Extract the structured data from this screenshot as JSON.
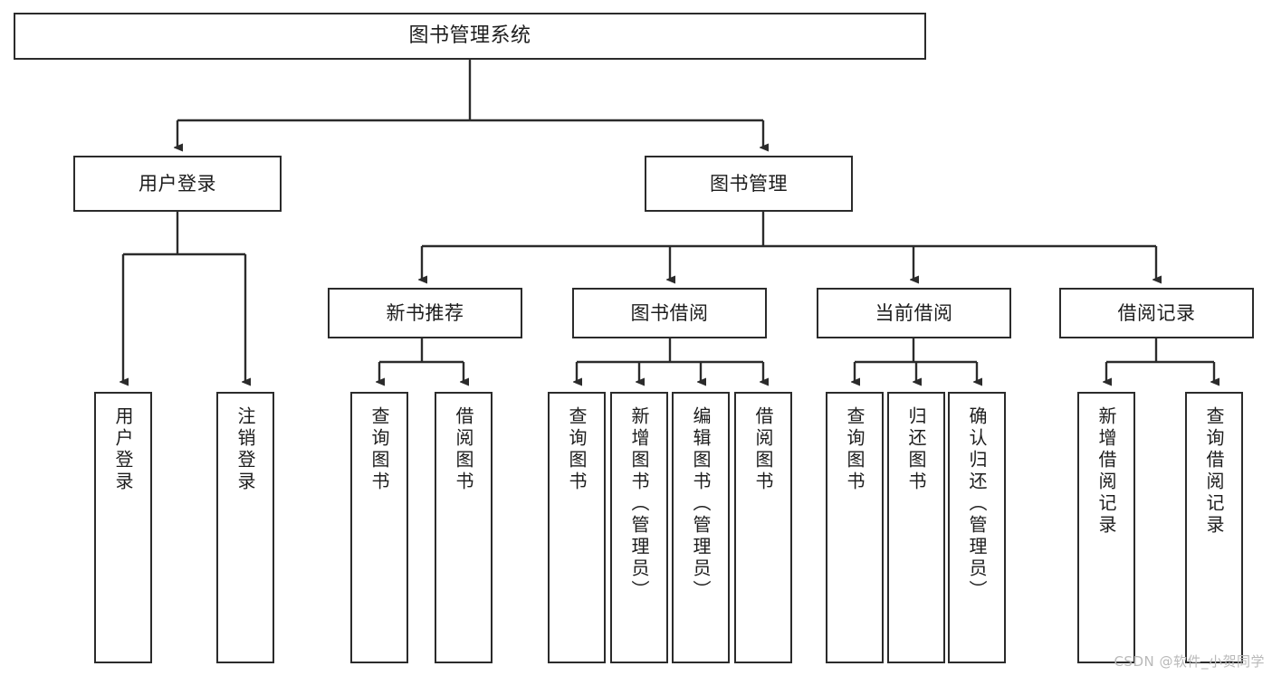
{
  "diagram": {
    "type": "tree-hierarchy",
    "title": "图书管理系统",
    "watermark": "CSDN @软件_小贺同学",
    "colors": {
      "stroke": "#2b2b2b",
      "fill": "#ffffff",
      "text": "#1d1d1d",
      "watermark": "#b9b9b9"
    },
    "nodes": {
      "root": {
        "label": "图书管理系统"
      },
      "level1": [
        {
          "label": "用户登录"
        },
        {
          "label": "图书管理"
        }
      ],
      "level2": [
        {
          "label": "新书推荐"
        },
        {
          "label": "图书借阅"
        },
        {
          "label": "当前借阅"
        },
        {
          "label": "借阅记录"
        }
      ],
      "leaves": {
        "user_login": [
          {
            "label": "用户登录"
          },
          {
            "label": "注销登录"
          }
        ],
        "new_book_recommend": [
          {
            "label": "查询图书"
          },
          {
            "label": "借阅图书"
          }
        ],
        "book_borrow": [
          {
            "label": "查询图书"
          },
          {
            "label": "新增图书（管理员）"
          },
          {
            "label": "编辑图书（管理员）"
          },
          {
            "label": "借阅图书"
          }
        ],
        "current_borrow": [
          {
            "label": "查询图书"
          },
          {
            "label": "归还图书"
          },
          {
            "label": "确认归还（管理员）"
          }
        ],
        "borrow_record": [
          {
            "label": "新增借阅记录"
          },
          {
            "label": "查询借阅记录"
          }
        ]
      }
    }
  }
}
